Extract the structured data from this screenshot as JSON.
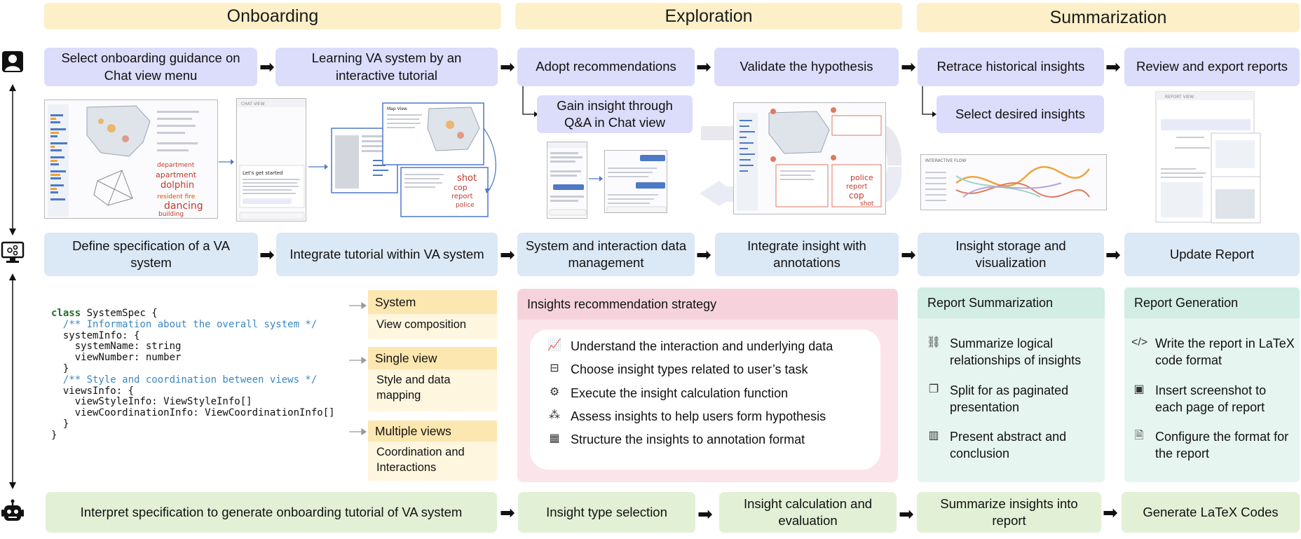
{
  "phases": {
    "onboarding": "Onboarding",
    "exploration": "Exploration",
    "summarization": "Summarization"
  },
  "user_row": {
    "b1": "Select onboarding guidance on Chat view menu",
    "b2": "Learning VA system by an interactive tutorial",
    "b3": "Adopt recommendations",
    "b3_sub": "Gain insight through Q&A in Chat view",
    "b4": "Validate the hypothesis",
    "b5": "Retrace historical insights",
    "b5_sub": "Select desired insights",
    "b6": "Review and export reports"
  },
  "system_row": {
    "b1": "Define specification of a VA system",
    "b2": "Integrate tutorial within VA system",
    "b3": "System and interaction data management",
    "b4": "Integrate insight with annotations",
    "b5": "Insight storage and visualization",
    "b6": "Update Report"
  },
  "ai_row": {
    "b1": "Interpret specification to generate onboarding tutorial of VA system",
    "b2": "Insight type selection",
    "b3": "Insight calculation and evaluation",
    "b4": "Summarize insights into report",
    "b5": "Generate LaTeX Codes"
  },
  "code": {
    "l1_kw": "class",
    "l1_rest": " SystemSpec {",
    "l2": "  /** Information about the overall system */",
    "l3": "  systemInfo: {",
    "l4": "    systemName: string",
    "l5": "    viewNumber: number",
    "l6": "  }",
    "l7": "  /** Style and coordination between views */",
    "l8": "  viewsInfo: {",
    "l9": "    viewStyleInfo: ViewStyleInfo[]",
    "l10": "    viewCoordinationInfo: ViewCoordinationInfo[]",
    "l11": "  }",
    "l12": "}"
  },
  "spec_tags": [
    {
      "head": "System",
      "body": "View composition"
    },
    {
      "head": "Single view",
      "body": "Style and data mapping"
    },
    {
      "head": "Multiple views",
      "body": "Coordination and Interactions"
    }
  ],
  "strategy": {
    "title": "Insights recommendation strategy",
    "items": [
      "Understand the interaction and underlying data",
      "Choose insight types related to user’s  task",
      "Execute the insight calculation function",
      "Assess insights to help users form hypothesis",
      "Structure the insights to annotation format"
    ]
  },
  "report_summarization": {
    "title": "Report Summarization",
    "items": [
      "Summarize logical relationships of insights",
      "Split for as paginated presentation",
      "Present abstract and conclusion"
    ]
  },
  "report_generation": {
    "title": "Report Generation",
    "items": [
      "Write the report in LaTeX code format",
      "Insert screenshot to each page of report",
      "Configure the format for the report"
    ]
  },
  "icons": {
    "user": "user-icon",
    "system": "monitor-icon",
    "ai": "robot-icon"
  },
  "colors": {
    "phase": "#fdf0c8",
    "user": "#dcdcfb",
    "system": "#dbe8f5",
    "ai": "#e2f0d6",
    "strategy": "#fbe4ea",
    "report": "#e6f5ef"
  }
}
